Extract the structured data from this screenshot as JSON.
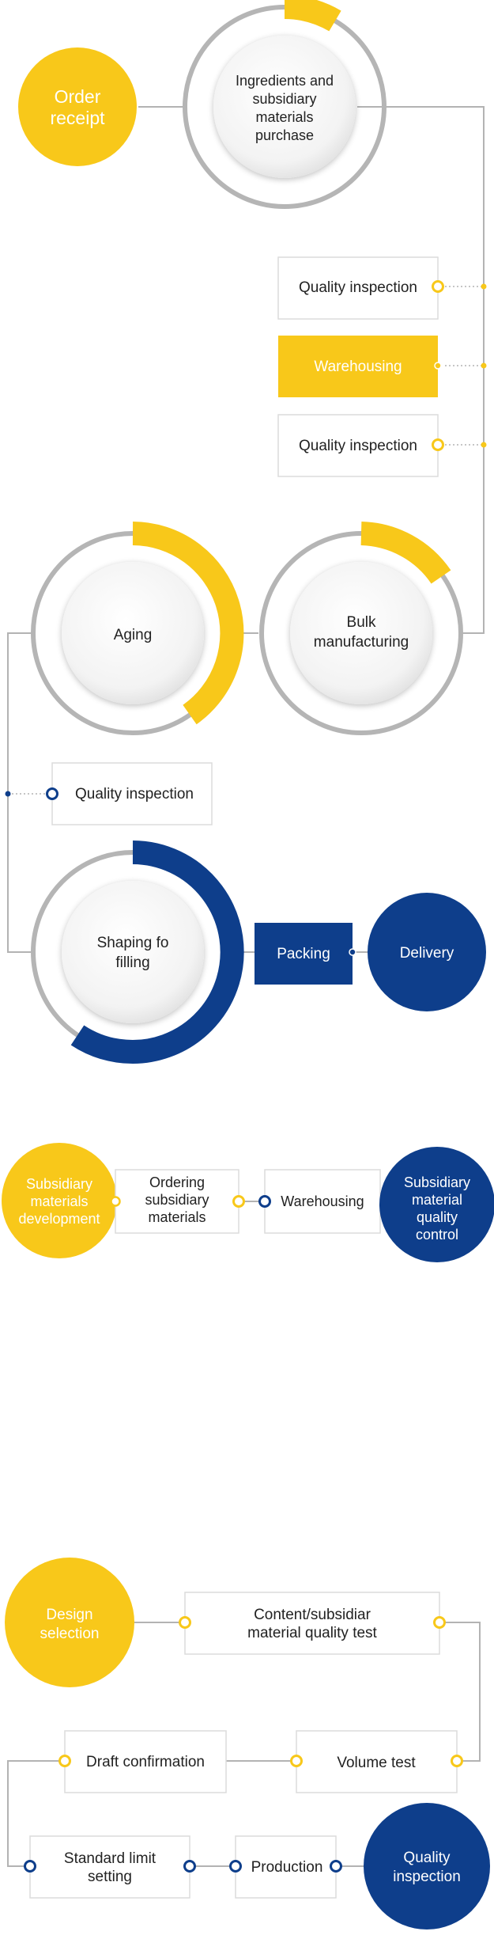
{
  "colors": {
    "yellow": "#f8c81a",
    "navy": "#0e3e8b",
    "ring_gray": "#b5b5b5",
    "box_border": "#dcdcdc",
    "line_gray": "#b3b3b3",
    "white": "#ffffff",
    "text": "#222222"
  },
  "production_process": {
    "order_receipt": [
      "Order",
      "receipt"
    ],
    "purchase": [
      "Ingredients and",
      "subsidiary",
      "materials",
      "purchase"
    ],
    "qi_1": "Quality inspection",
    "warehousing": "Warehousing",
    "qi_2": "Quality inspection",
    "bulk": [
      "Bulk",
      "manufacturing"
    ],
    "aging": "Aging",
    "qi_3": "Quality inspection",
    "shaping": [
      "Shaping fo",
      "filling"
    ],
    "packing": "Packing",
    "delivery": "Delivery"
  },
  "subsidiary_process": {
    "development": [
      "Subsidiary",
      "materials",
      "development"
    ],
    "ordering": [
      "Ordering",
      "subsidiary",
      "materials"
    ],
    "warehousing": "Warehousing",
    "quality_control": [
      "Subsidiary",
      "material",
      "quality",
      "control"
    ]
  },
  "design_process": {
    "design_selection": [
      "Design",
      "selection"
    ],
    "content_test": [
      "Content/subsidiar",
      "material quality test"
    ],
    "volume_test": "Volume test",
    "draft_confirmation": "Draft confirmation",
    "standard_limit": [
      "Standard limit",
      "setting"
    ],
    "production": "Production",
    "quality_inspection": [
      "Quality",
      "inspection"
    ]
  }
}
